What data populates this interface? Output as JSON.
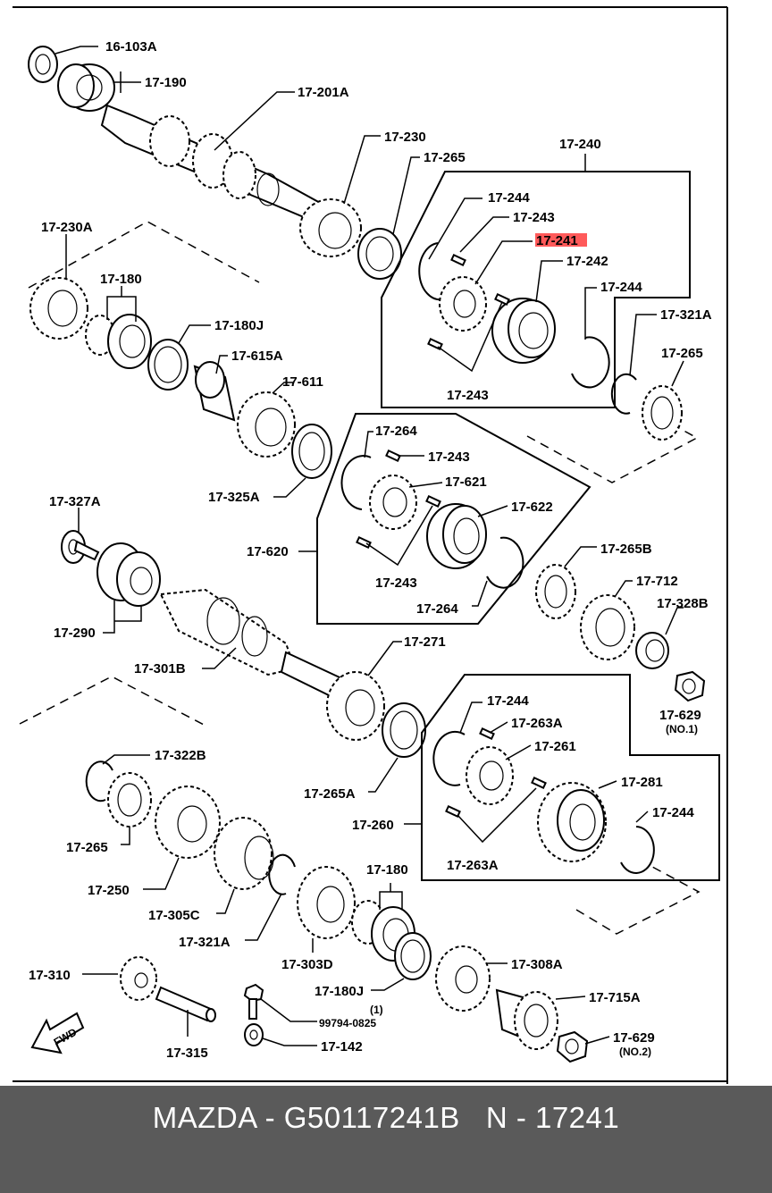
{
  "labels": {
    "l_16_103a": "16-103A",
    "l_17_190": "17-190",
    "l_17_201a": "17-201A",
    "l_17_230": "17-230",
    "l_17_265_top": "17-265",
    "l_17_240": "17-240",
    "l_17_244_a": "17-244",
    "l_17_243_a": "17-243",
    "l_17_241": "17-241",
    "l_17_242": "17-242",
    "l_17_244_b": "17-244",
    "l_17_243_b": "17-243",
    "l_17_321a_top": "17-321A",
    "l_17_265_right": "17-265",
    "l_17_230a": "17-230A",
    "l_17_180_top": "17-180",
    "l_17_180j_top": "17-180J",
    "l_17_615a": "17-615A",
    "l_17_611": "17-611",
    "l_17_325a": "17-325A",
    "l_17_264_a": "17-264",
    "l_17_243_c": "17-243",
    "l_17_621": "17-621",
    "l_17_622": "17-622",
    "l_17_620": "17-620",
    "l_17_243_d": "17-243",
    "l_17_264_b": "17-264",
    "l_17_327a": "17-327A",
    "l_17_290": "17-290",
    "l_17_301b": "17-301B",
    "l_17_271": "17-271",
    "l_17_265b": "17-265B",
    "l_17_712": "17-712",
    "l_17_328b": "17-328B",
    "l_17_629_1": "17-629",
    "l_no1": "(NO.1)",
    "l_17_244_c": "17-244",
    "l_17_263a_a": "17-263A",
    "l_17_261": "17-261",
    "l_17_281": "17-281",
    "l_17_244_d": "17-244",
    "l_17_263a_b": "17-263A",
    "l_17_260": "17-260",
    "l_17_265a": "17-265A",
    "l_17_322b": "17-322B",
    "l_17_265_bot": "17-265",
    "l_17_250": "17-250",
    "l_17_305c": "17-305C",
    "l_17_321a_bot": "17-321A",
    "l_17_180_bot": "17-180",
    "l_17_303d": "17-303D",
    "l_17_180j_bot": "17-180J",
    "l_17_308a": "17-308A",
    "l_17_310": "17-310",
    "l_17_315": "17-315",
    "l_99794": "99794-0825",
    "l_paren1": "(1)",
    "l_17_142": "17-142",
    "l_17_715a": "17-715A",
    "l_17_629_2": "17-629",
    "l_no2": "(NO.2)",
    "fwd": "FWD"
  },
  "highlight": {
    "part": "17-241",
    "color": "#ff5a5a"
  },
  "footer": {
    "text": "MAZDA - G50117241B   N - 17241"
  },
  "colors": {
    "footer_bg": "#5a5a5a",
    "footer_fg": "#ffffff"
  }
}
